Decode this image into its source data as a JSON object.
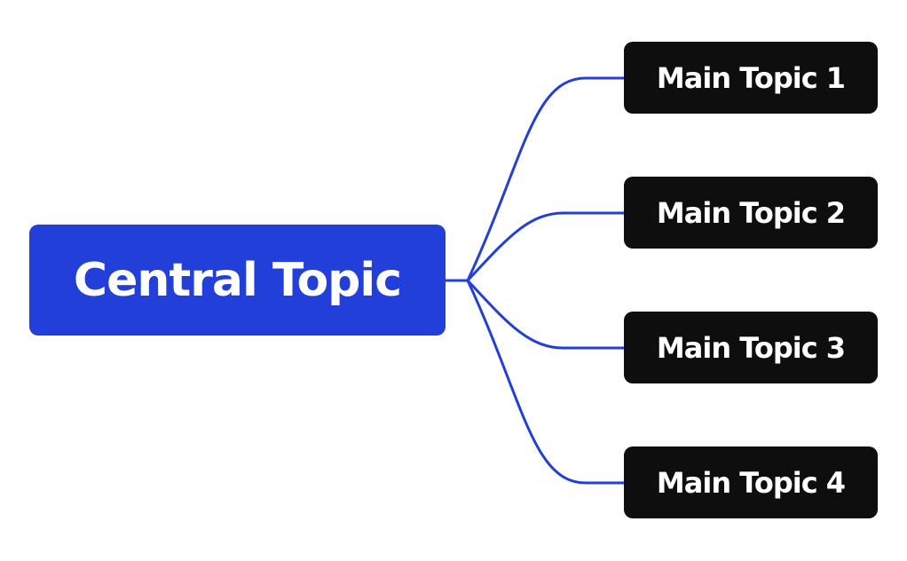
{
  "central_topic": {
    "label": "Central Topic"
  },
  "main_topics": [
    {
      "label": "Main Topic 1"
    },
    {
      "label": "Main Topic 2"
    },
    {
      "label": "Main Topic 3"
    },
    {
      "label": "Main Topic 4"
    }
  ],
  "colors": {
    "central_fill": "#2240d9",
    "topic_fill": "#0e0e0e",
    "connector": "#2240d9",
    "text": "#ffffff",
    "background": "#ffffff"
  }
}
